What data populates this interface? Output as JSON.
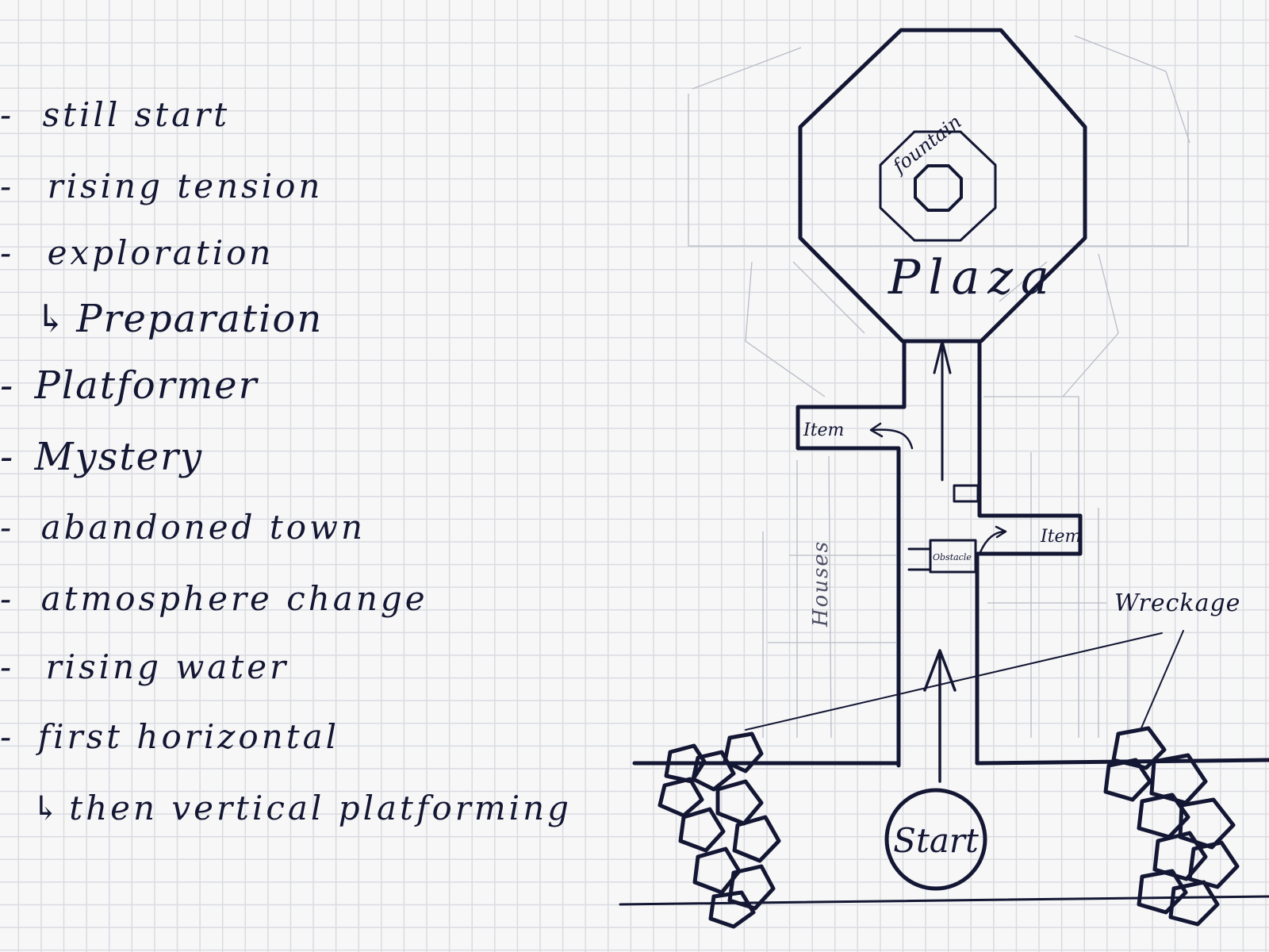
{
  "notes": [
    {
      "bullet": "-",
      "text": "still start"
    },
    {
      "bullet": "-",
      "text": "rising tension"
    },
    {
      "bullet": "-",
      "text": "exploration"
    },
    {
      "bullet": "↳",
      "text": "Preparation"
    },
    {
      "bullet": "-",
      "text": "Platformer"
    },
    {
      "bullet": "-",
      "text": "Mystery"
    },
    {
      "bullet": "-",
      "text": "abandoned town"
    },
    {
      "bullet": "-",
      "text": "atmosphere change"
    },
    {
      "bullet": "-",
      "text": "rising water"
    },
    {
      "bullet": "-",
      "text": "first horizontal"
    },
    {
      "bullet": "↳",
      "text": "then vertical platforming"
    }
  ],
  "map": {
    "plaza_label": "Plaza",
    "fountain_label": "fountain",
    "item_left_label": "Item",
    "item_right_label": "Item",
    "obstacle_label": "Obstacle",
    "houses_label": "Houses",
    "wreckage_label": "Wreckage",
    "start_label": "Start"
  },
  "colors": {
    "ink": "#141733",
    "grid": "#d9dbe0",
    "paper": "#f7f7f8",
    "sketch": "#b9bcc6"
  }
}
